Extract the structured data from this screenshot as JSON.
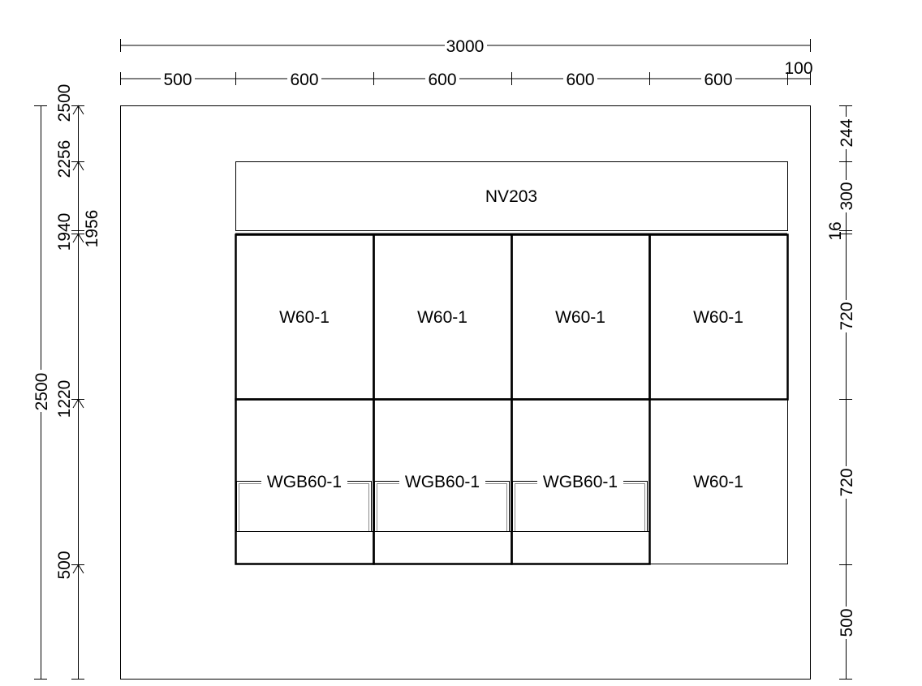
{
  "top_dimensions": {
    "overall": "3000",
    "segments": [
      "500",
      "600",
      "600",
      "600",
      "600",
      "100"
    ]
  },
  "left_dimensions": {
    "overall": "2500",
    "levels": [
      "2500",
      "2256",
      "1956",
      "1940",
      "1220",
      "500"
    ]
  },
  "right_dimensions": {
    "segments": [
      "244",
      "300",
      "16",
      "720",
      "720",
      "500"
    ]
  },
  "cabinets": {
    "top": "NV203",
    "upper_row": [
      "W60-1",
      "W60-1",
      "W60-1",
      "W60-1"
    ],
    "lower_row": [
      "WGB60-1",
      "WGB60-1",
      "WGB60-1",
      "W60-1"
    ]
  }
}
